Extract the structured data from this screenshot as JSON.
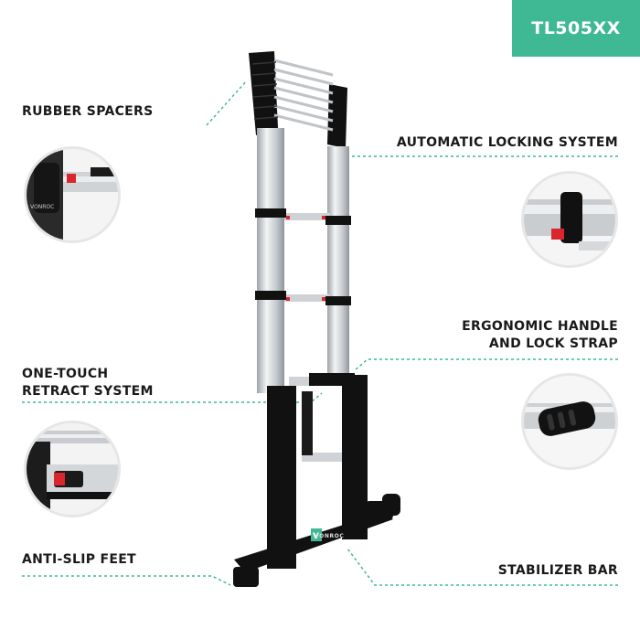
{
  "badge": {
    "text": "TL505XX"
  },
  "features": {
    "rubber_spacers": "RUBBER SPACERS",
    "automatic_locking": "AUTOMATIC LOCKING SYSTEM",
    "ergonomic_line1": "ERGONOMIC HANDLE",
    "ergonomic_line2": "AND LOCK STRAP",
    "one_touch_line1": "ONE-TOUCH",
    "one_touch_line2": "RETRACT SYSTEM",
    "anti_slip": "ANTI-SLIP FEET",
    "stabilizer": "STABILIZER BAR"
  },
  "product": {
    "brand_text": "VONROC",
    "brand_initial": "V"
  },
  "colors": {
    "accent": "#3fb894",
    "lock_red": "#d9262e",
    "rail_black": "#111111"
  },
  "icons": {
    "leader_line": "dashed-leader-line"
  }
}
